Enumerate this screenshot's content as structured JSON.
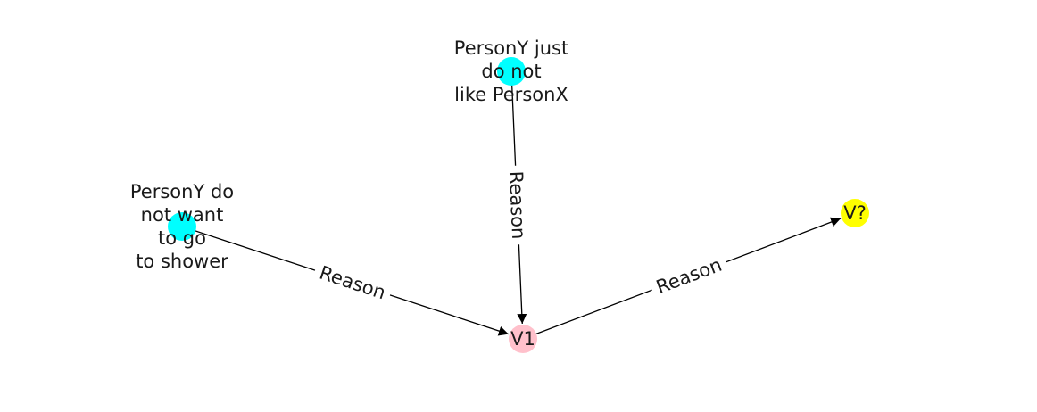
{
  "graph": {
    "nodes": [
      {
        "id": "n1",
        "lines": [
          "PersonY just",
          "do not",
          "like PersonX"
        ],
        "color": "#00ffff"
      },
      {
        "id": "n2",
        "lines": [
          "PersonY do",
          "not want",
          "to go",
          "to shower"
        ],
        "color": "#00ffff"
      },
      {
        "id": "v1",
        "lines": [
          "V1"
        ],
        "color": "#ffc0cb"
      },
      {
        "id": "v2",
        "lines": [
          "V?"
        ],
        "color": "#ffff00"
      }
    ],
    "edges": [
      {
        "from": "n1",
        "to": "v1",
        "label": "Reason"
      },
      {
        "from": "n2",
        "to": "v1",
        "label": "Reason"
      },
      {
        "from": "v1",
        "to": "v2",
        "label": "Reason"
      }
    ]
  }
}
